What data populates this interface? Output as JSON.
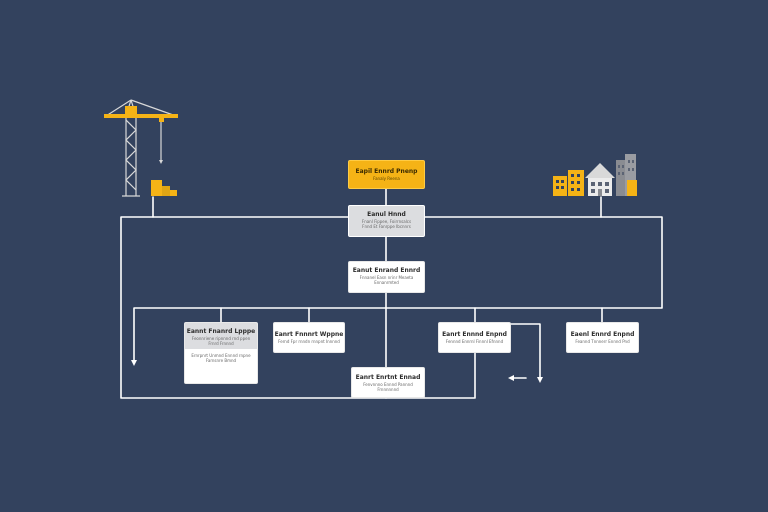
{
  "colors": {
    "background": "#33425e",
    "line": "#ffffff",
    "accent": "#f5b316",
    "node_fill": "#ffffff",
    "node_header": "#dcdde0",
    "icon_gray": "#8a8c92"
  },
  "icons": {
    "left": "tower-crane-icon",
    "right": "buildings-icon"
  },
  "nodes": {
    "top": {
      "title": "Eapil Ennrd Pnenp",
      "sub": "Fanaly Reena"
    },
    "second": {
      "title": "Eanul Hnnd",
      "sub1": "Fnanl Fippee, Foirrnsalcs",
      "sub2": "Fnnd  Et Fanrppe Ibcnnrs"
    },
    "third": {
      "title": "Eanut Enrand Ennrd",
      "sub1": "Fnnanel Easn nrinr Meaeta",
      "sub2": "Ennanrmted"
    },
    "left_a": {
      "title": "Eannt Fnanrd Lpppe",
      "sub1": "Feonnriene ripnnnd rnd ppen",
      "sub2": "Frnrd Frnnnd",
      "sub3": "Ernrpnrt Unmnd Ennnd rnpne",
      "sub4": "Farnsnre Bmnd"
    },
    "left_b": {
      "title": "Eanrt Fnnnrt Wppne",
      "sub": "Fernd Fpr rnndn rnnpnt Innnnd"
    },
    "center_low": {
      "title": "Eanrt Enrtnt Ennad",
      "sub1": "Fenvnnno Ennnd Pannnd",
      "sub2": "Frnnnnnnd"
    },
    "right_a": {
      "title": "Eanrt Ennnd Enpnd",
      "sub": "Fennnd Ennrnl Finnnl Efnnnd"
    },
    "right_b": {
      "title": "Eaenl Ennrd Enpnd",
      "sub": "Feannd Tnnnerr Ennnd Pnd"
    }
  }
}
